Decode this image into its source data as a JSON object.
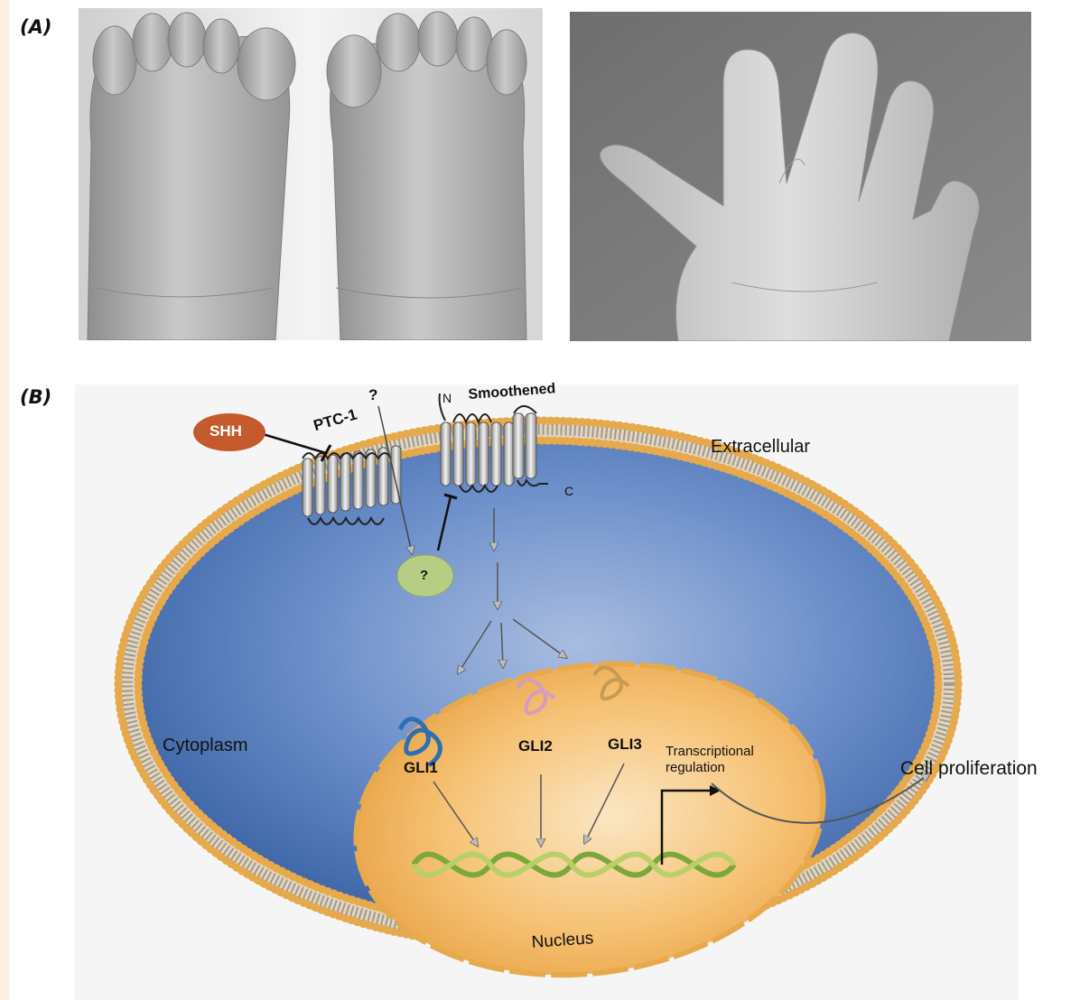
{
  "panels": {
    "a_label": "(A)",
    "b_label": "(B)"
  },
  "photos": {
    "feet": {
      "icon": "feet-photo"
    },
    "hand": {
      "icon": "hand-photo"
    }
  },
  "diagram": {
    "shh": "SHH",
    "ptc1": "PTC-1",
    "unknown_top": "?",
    "unknown_oval": "?",
    "smoothened": "Smoothened",
    "n_terminus": "N",
    "c_terminus": "C",
    "extracellular": "Extracellular",
    "cytoplasm": "Cytoplasm",
    "nucleus": "Nucleus",
    "gli1": "GLI1",
    "gli2": "GLI2",
    "gli3": "GLI3",
    "transcriptional_line1": "Transcriptional",
    "transcriptional_line2": "regulation",
    "cell_proliferation": "Cell proliferation"
  },
  "colors": {
    "membrane_outer": "#e9b65e",
    "cytoplasm": "#4e79b8",
    "nucleus": "#f3b25a",
    "shh": "#c45a2c",
    "unknown_oval": "#b6cd84",
    "dna_green": "#7aa83a"
  }
}
